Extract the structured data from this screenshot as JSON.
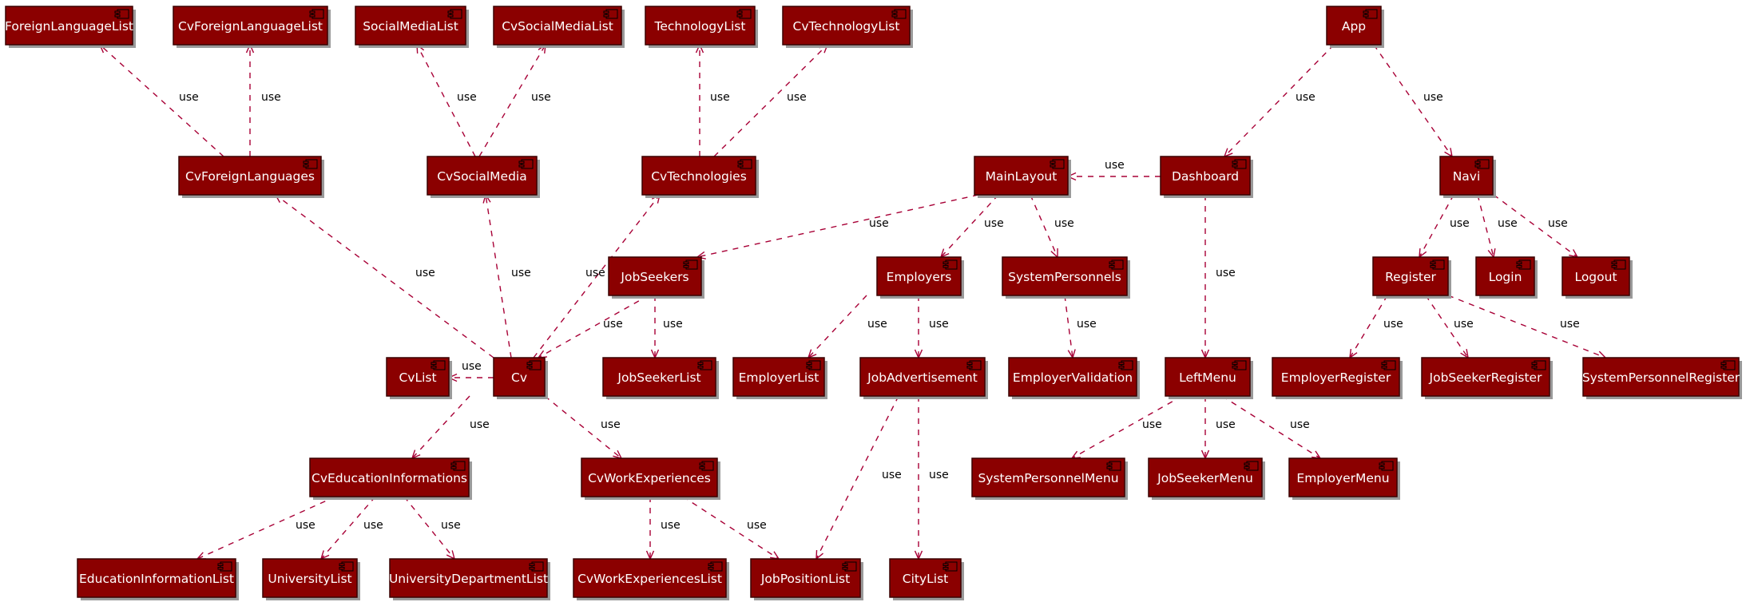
{
  "colors": {
    "node_fill": "#8B0000",
    "node_text": "#FFFFFF",
    "edge": "#A80036"
  },
  "icons": {
    "component": "uml-component-icon"
  },
  "nodes": [
    {
      "id": "ForeignLanguageList",
      "label": "ForeignLanguageList"
    },
    {
      "id": "CvForeignLanguageList",
      "label": "CvForeignLanguageList"
    },
    {
      "id": "SocialMediaList",
      "label": "SocialMediaList"
    },
    {
      "id": "CvSocialMediaList",
      "label": "CvSocialMediaList"
    },
    {
      "id": "TechnologyList",
      "label": "TechnologyList"
    },
    {
      "id": "CvTechnologyList",
      "label": "CvTechnologyList"
    },
    {
      "id": "App",
      "label": "App"
    },
    {
      "id": "CvForeignLanguages",
      "label": "CvForeignLanguages"
    },
    {
      "id": "CvSocialMedia",
      "label": "CvSocialMedia"
    },
    {
      "id": "CvTechnologies",
      "label": "CvTechnologies"
    },
    {
      "id": "MainLayout",
      "label": "MainLayout"
    },
    {
      "id": "Dashboard",
      "label": "Dashboard"
    },
    {
      "id": "Navi",
      "label": "Navi"
    },
    {
      "id": "JobSeekers",
      "label": "JobSeekers"
    },
    {
      "id": "Employers",
      "label": "Employers"
    },
    {
      "id": "SystemPersonnels",
      "label": "SystemPersonnels"
    },
    {
      "id": "Register",
      "label": "Register"
    },
    {
      "id": "Login",
      "label": "Login"
    },
    {
      "id": "Logout",
      "label": "Logout"
    },
    {
      "id": "CvList",
      "label": "CvList"
    },
    {
      "id": "Cv",
      "label": "Cv"
    },
    {
      "id": "JobSeekerList",
      "label": "JobSeekerList"
    },
    {
      "id": "EmployerList",
      "label": "EmployerList"
    },
    {
      "id": "JobAdvertisement",
      "label": "JobAdvertisement"
    },
    {
      "id": "EmployerValidation",
      "label": "EmployerValidation"
    },
    {
      "id": "LeftMenu",
      "label": "LeftMenu"
    },
    {
      "id": "EmployerRegister",
      "label": "EmployerRegister"
    },
    {
      "id": "JobSeekerRegister",
      "label": "JobSeekerRegister"
    },
    {
      "id": "SystemPersonnelRegister",
      "label": "SystemPersonnelRegister"
    },
    {
      "id": "CvEducationInformations",
      "label": "CvEducationInformations"
    },
    {
      "id": "CvWorkExperiences",
      "label": "CvWorkExperiences"
    },
    {
      "id": "SystemPersonnelMenu",
      "label": "SystemPersonnelMenu"
    },
    {
      "id": "JobSeekerMenu",
      "label": "JobSeekerMenu"
    },
    {
      "id": "EmployerMenu",
      "label": "EmployerMenu"
    },
    {
      "id": "EducationInformationList",
      "label": "EducationInformationList"
    },
    {
      "id": "UniversityList",
      "label": "UniversityList"
    },
    {
      "id": "UniversityDepartmentList",
      "label": "UniversityDepartmentList"
    },
    {
      "id": "CvWorkExperiencesList",
      "label": "CvWorkExperiencesList"
    },
    {
      "id": "JobPositionList",
      "label": "JobPositionList"
    },
    {
      "id": "CityList",
      "label": "CityList"
    }
  ],
  "edges": [
    {
      "from": "CvForeignLanguages",
      "to": "ForeignLanguageList",
      "label": "use"
    },
    {
      "from": "CvForeignLanguages",
      "to": "CvForeignLanguageList",
      "label": "use"
    },
    {
      "from": "CvSocialMedia",
      "to": "SocialMediaList",
      "label": "use"
    },
    {
      "from": "CvSocialMedia",
      "to": "CvSocialMediaList",
      "label": "use"
    },
    {
      "from": "CvTechnologies",
      "to": "TechnologyList",
      "label": "use"
    },
    {
      "from": "CvTechnologies",
      "to": "CvTechnologyList",
      "label": "use"
    },
    {
      "from": "App",
      "to": "Dashboard",
      "label": "use"
    },
    {
      "from": "App",
      "to": "Navi",
      "label": "use"
    },
    {
      "from": "Dashboard",
      "to": "MainLayout",
      "label": "use"
    },
    {
      "from": "Dashboard",
      "to": "LeftMenu",
      "label": "use"
    },
    {
      "from": "MainLayout",
      "to": "JobSeekers",
      "label": "use"
    },
    {
      "from": "MainLayout",
      "to": "Employers",
      "label": "use"
    },
    {
      "from": "MainLayout",
      "to": "SystemPersonnels",
      "label": "use"
    },
    {
      "from": "Navi",
      "to": "Register",
      "label": "use"
    },
    {
      "from": "Navi",
      "to": "Login",
      "label": "use"
    },
    {
      "from": "Navi",
      "to": "Logout",
      "label": "use"
    },
    {
      "from": "Cv",
      "to": "CvForeignLanguages",
      "label": "use"
    },
    {
      "from": "Cv",
      "to": "CvSocialMedia",
      "label": "use"
    },
    {
      "from": "Cv",
      "to": "CvTechnologies",
      "label": "use"
    },
    {
      "from": "JobSeekers",
      "to": "Cv",
      "label": "use"
    },
    {
      "from": "JobSeekers",
      "to": "JobSeekerList",
      "label": "use"
    },
    {
      "from": "Employers",
      "to": "EmployerList",
      "label": "use"
    },
    {
      "from": "Employers",
      "to": "JobAdvertisement",
      "label": "use"
    },
    {
      "from": "SystemPersonnels",
      "to": "EmployerValidation",
      "label": "use"
    },
    {
      "from": "Register",
      "to": "EmployerRegister",
      "label": "use"
    },
    {
      "from": "Register",
      "to": "JobSeekerRegister",
      "label": "use"
    },
    {
      "from": "Register",
      "to": "SystemPersonnelRegister",
      "label": "use"
    },
    {
      "from": "Cv",
      "to": "CvList",
      "label": "use"
    },
    {
      "from": "Cv",
      "to": "CvEducationInformations",
      "label": "use"
    },
    {
      "from": "Cv",
      "to": "CvWorkExperiences",
      "label": "use"
    },
    {
      "from": "JobAdvertisement",
      "to": "JobPositionList",
      "label": "use"
    },
    {
      "from": "JobAdvertisement",
      "to": "CityList",
      "label": "use"
    },
    {
      "from": "LeftMenu",
      "to": "SystemPersonnelMenu",
      "label": "use"
    },
    {
      "from": "LeftMenu",
      "to": "JobSeekerMenu",
      "label": "use"
    },
    {
      "from": "LeftMenu",
      "to": "EmployerMenu",
      "label": "use"
    },
    {
      "from": "CvEducationInformations",
      "to": "EducationInformationList",
      "label": "use"
    },
    {
      "from": "CvEducationInformations",
      "to": "UniversityList",
      "label": "use"
    },
    {
      "from": "CvEducationInformations",
      "to": "UniversityDepartmentList",
      "label": "use"
    },
    {
      "from": "CvWorkExperiences",
      "to": "CvWorkExperiencesList",
      "label": "use"
    },
    {
      "from": "CvWorkExperiences",
      "to": "JobPositionList",
      "label": "use"
    }
  ]
}
